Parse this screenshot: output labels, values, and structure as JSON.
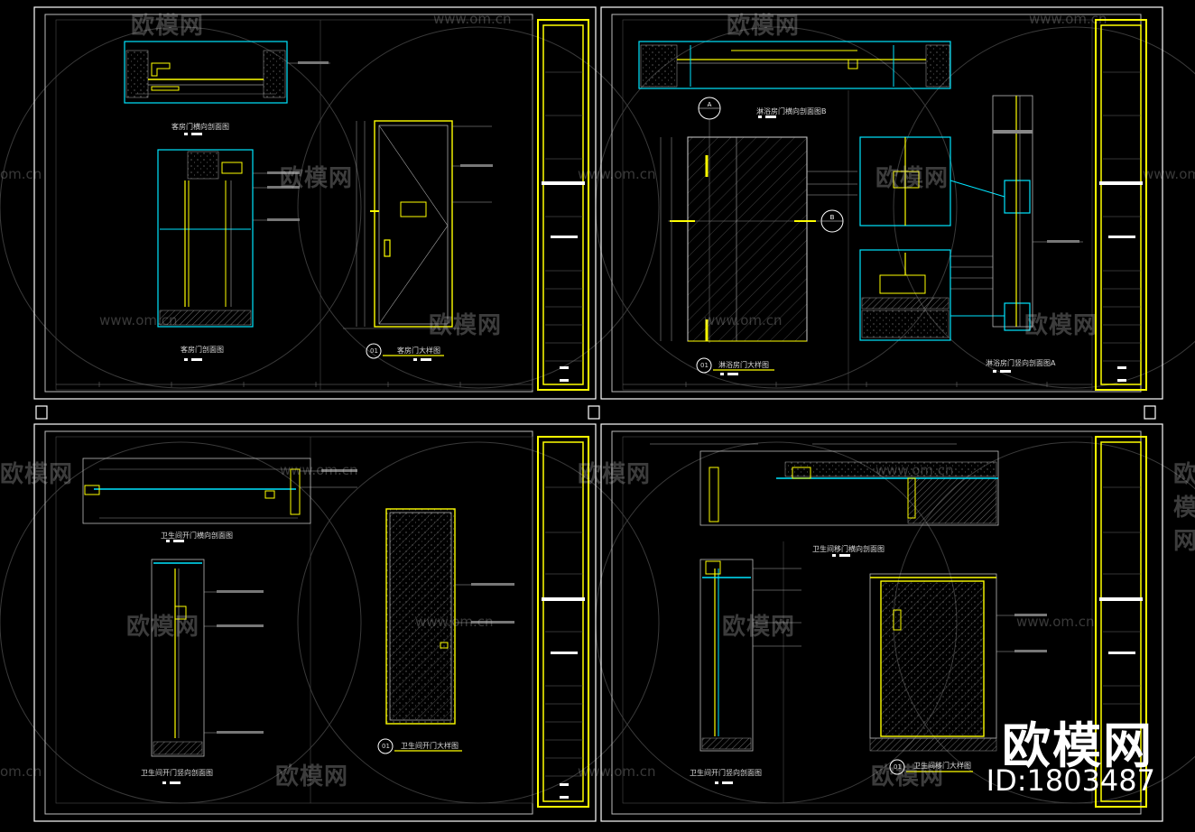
{
  "watermark": {
    "brand": "欧模网",
    "url": "www.om.cn",
    "url_short": "om.cn"
  },
  "branding": {
    "name": "欧模网",
    "id": "ID:1803487"
  },
  "panels": {
    "top_left": {
      "section_1": "客房门横向剖面图",
      "section_2": "客房门剖面图",
      "detail_num": "01",
      "detail_title": "客房门大样图"
    },
    "top_right": {
      "section_1": "淋浴房门横向剖面图B",
      "section_2": "淋浴房门竖向剖面图A",
      "detail_num": "01",
      "detail_title": "淋浴房门大样图",
      "marker_a": "A",
      "marker_b": "B"
    },
    "bottom_left": {
      "section_1": "卫生间开门横向剖面图",
      "section_2": "卫生间开门竖向剖面图",
      "detail_num": "01",
      "detail_title": "卫生间开门大样图"
    },
    "bottom_right": {
      "section_1": "卫生间移门横向剖面图",
      "section_2": "卫生间开门竖向剖面图",
      "detail_num": "01",
      "detail_title": "卫生间移门大样图"
    }
  },
  "colors": {
    "background": "#000000",
    "frame": "#ffffff",
    "title_block": "#ffff00",
    "section": "#00e5ff",
    "door": "#ffff00"
  }
}
